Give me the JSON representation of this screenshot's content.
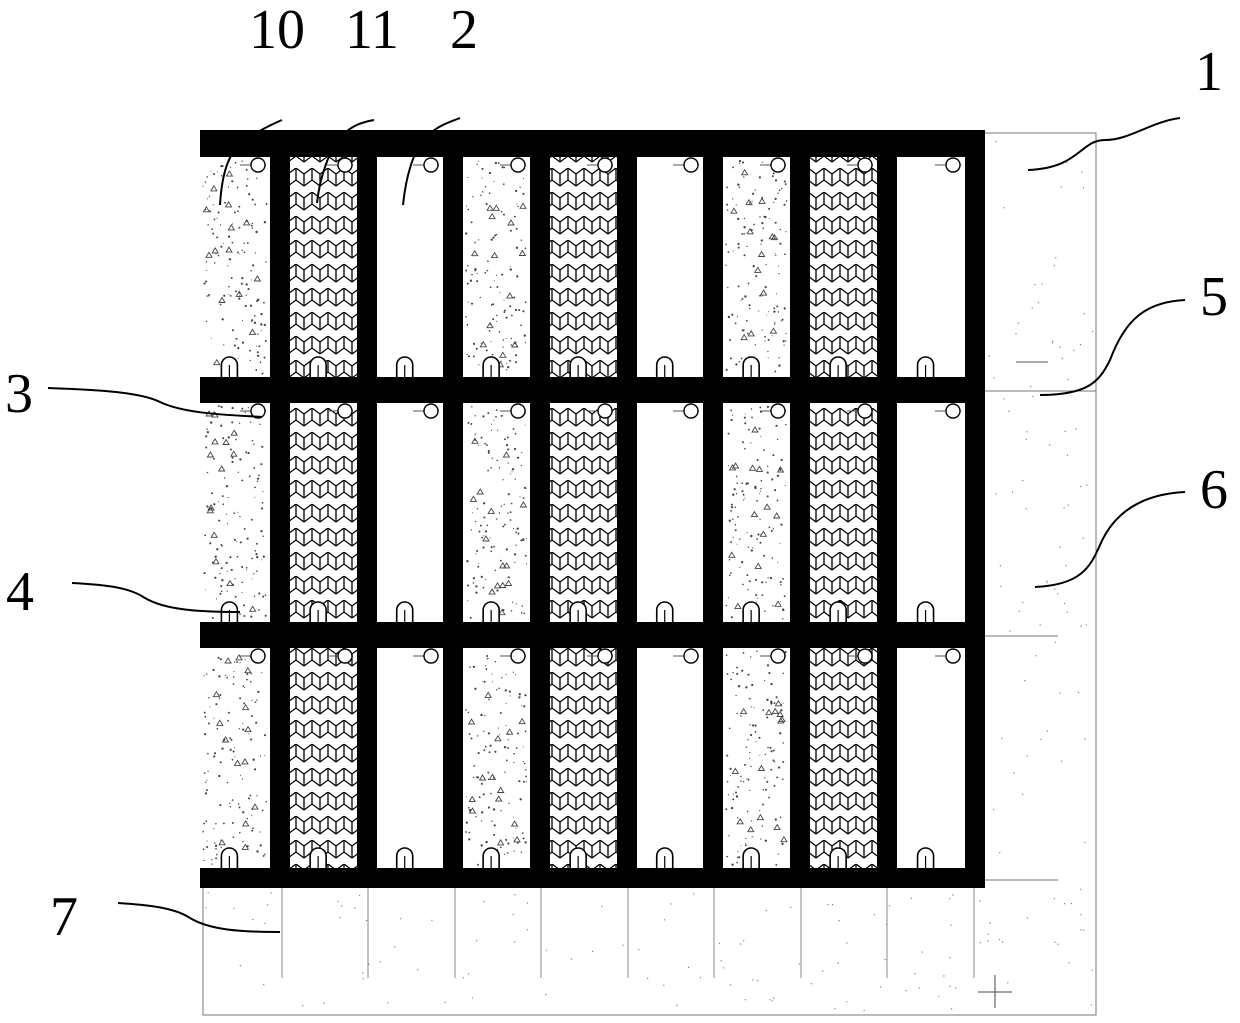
{
  "colors": {
    "frame": "#000000",
    "background": "#ffffff",
    "outline": "#555555",
    "speckle": "#444444"
  },
  "labels": {
    "l1": "1",
    "l2": "2",
    "l3": "3",
    "l4": "4",
    "l5": "5",
    "l6": "6",
    "l7": "7",
    "l10": "10",
    "l11": "11"
  },
  "grid": {
    "rows": 3,
    "columns": 9,
    "column_fill_pattern": [
      "speckle",
      "hatch",
      "blank",
      "speckle",
      "hatch",
      "blank",
      "speckle",
      "hatch",
      "blank"
    ]
  }
}
